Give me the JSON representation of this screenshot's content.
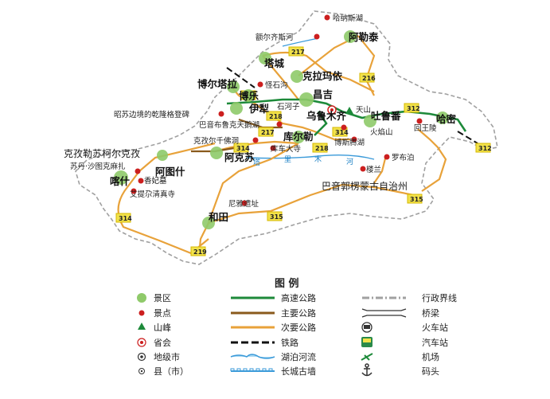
{
  "legend": {
    "title": "图 例",
    "items": [
      {
        "label": "景区"
      },
      {
        "label": "景点"
      },
      {
        "label": "山峰"
      },
      {
        "label": "省会"
      },
      {
        "label": "地级市"
      },
      {
        "label": "县（市）"
      },
      {
        "label": "高速公路"
      },
      {
        "label": "主要公路"
      },
      {
        "label": "次要公路"
      },
      {
        "label": "铁路"
      },
      {
        "label": "湖泊河流"
      },
      {
        "label": "长城古墙"
      },
      {
        "label": "行政界线"
      },
      {
        "label": "桥梁"
      },
      {
        "label": "火车站"
      },
      {
        "label": "汽车站"
      },
      {
        "label": "机场"
      },
      {
        "label": "码头"
      }
    ]
  },
  "map": {
    "cities": [
      "阿勒泰",
      "塔城",
      "克拉玛依",
      "博尔塔拉",
      "博乐",
      "昌吉",
      "伊犁",
      "乌鲁木齐",
      "吐鲁番",
      "哈密",
      "库尔勒",
      "阿克苏",
      "阿图什",
      "喀什",
      "和田",
      "巴音郭楞蒙古自治州",
      "克孜勒苏柯尔克孜",
      "石河子"
    ],
    "pois": [
      "哈纳斯湖",
      "额尔齐斯河",
      "怪石沟",
      "昭苏边境的乾隆格登碑",
      "巴音布鲁克天鹅湖",
      "天山",
      "火焰山",
      "回王陵",
      "克孜尔千佛洞",
      "库车大寺",
      "博斯腾湖",
      "罗布泊",
      "楼兰",
      "苏丹·沙图克麻扎",
      "香妃墓",
      "艾提尕清真寺",
      "尼雅遗址"
    ],
    "water_labels": [
      "塔",
      "里",
      "木",
      "河"
    ],
    "road_numbers": [
      "217",
      "216",
      "217",
      "218",
      "217",
      "314",
      "218",
      "314",
      "312",
      "312",
      "314",
      "315",
      "315",
      "219"
    ]
  },
  "colors": {
    "expressway": "#1d8a3a",
    "main_road": "#8a5a1c",
    "minor_road": "#e8a23a",
    "railway": "#111111",
    "boundary": "#a0a0a0",
    "scenic_area": "#8fca6a",
    "scenic_spot": "#cc1f1f",
    "peak": "#1d8a3a",
    "river": "#3a9ad9",
    "shield": "#f2e24a"
  }
}
